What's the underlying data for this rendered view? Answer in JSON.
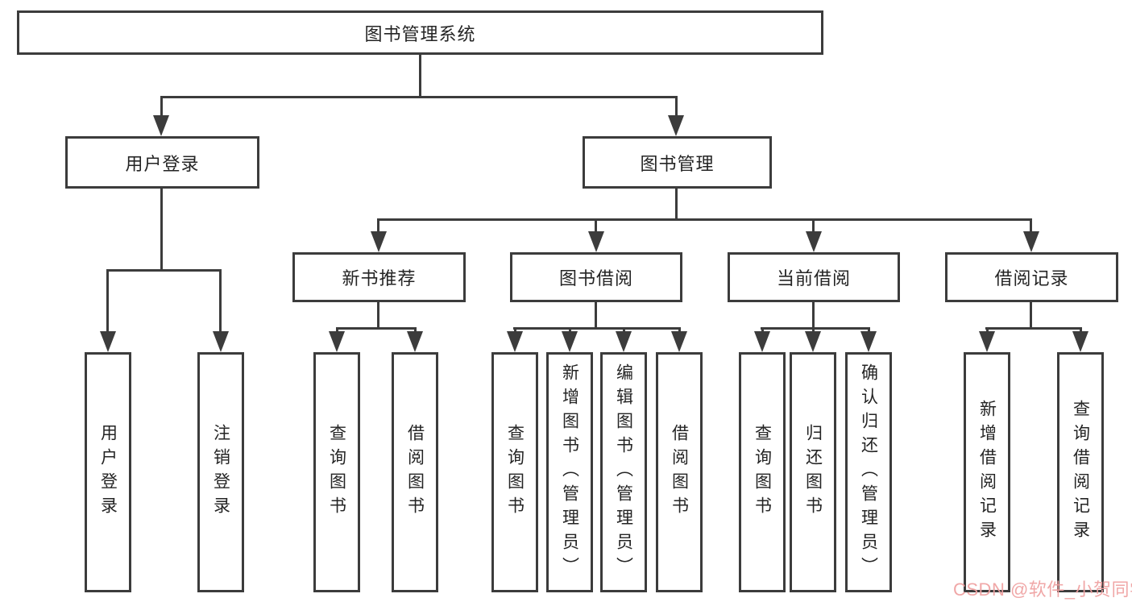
{
  "diagram": {
    "root": {
      "label": "图书管理系统"
    },
    "level2": [
      {
        "label": "用户登录"
      },
      {
        "label": "图书管理"
      }
    ],
    "level3": [
      {
        "label": "新书推荐",
        "parent": "图书管理"
      },
      {
        "label": "图书借阅",
        "parent": "图书管理"
      },
      {
        "label": "当前借阅",
        "parent": "图书管理"
      },
      {
        "label": "借阅记录",
        "parent": "图书管理"
      }
    ],
    "leaves": [
      {
        "label": "用户登录",
        "parent": "用户登录"
      },
      {
        "label": "注销登录",
        "parent": "用户登录"
      },
      {
        "label": "查询图书",
        "parent": "新书推荐"
      },
      {
        "label": "借阅图书",
        "parent": "新书推荐"
      },
      {
        "label": "查询图书",
        "parent": "图书借阅"
      },
      {
        "label": "新增图书（管理员）",
        "parent": "图书借阅"
      },
      {
        "label": "编辑图书（管理员）",
        "parent": "图书借阅"
      },
      {
        "label": "借阅图书",
        "parent": "图书借阅"
      },
      {
        "label": "查询图书",
        "parent": "当前借阅"
      },
      {
        "label": "归还图书",
        "parent": "当前借阅"
      },
      {
        "label": "确认归还（管理员）",
        "parent": "当前借阅"
      },
      {
        "label": "新增借阅记录",
        "parent": "借阅记录"
      },
      {
        "label": "查询借阅记录",
        "parent": "借阅记录"
      }
    ]
  },
  "watermark": {
    "text": "CSDN @软件_小贺同学",
    "color": "#efa0a0"
  },
  "colors": {
    "line": "#3c3c3c",
    "text": "#242424",
    "background": "#ffffff"
  }
}
